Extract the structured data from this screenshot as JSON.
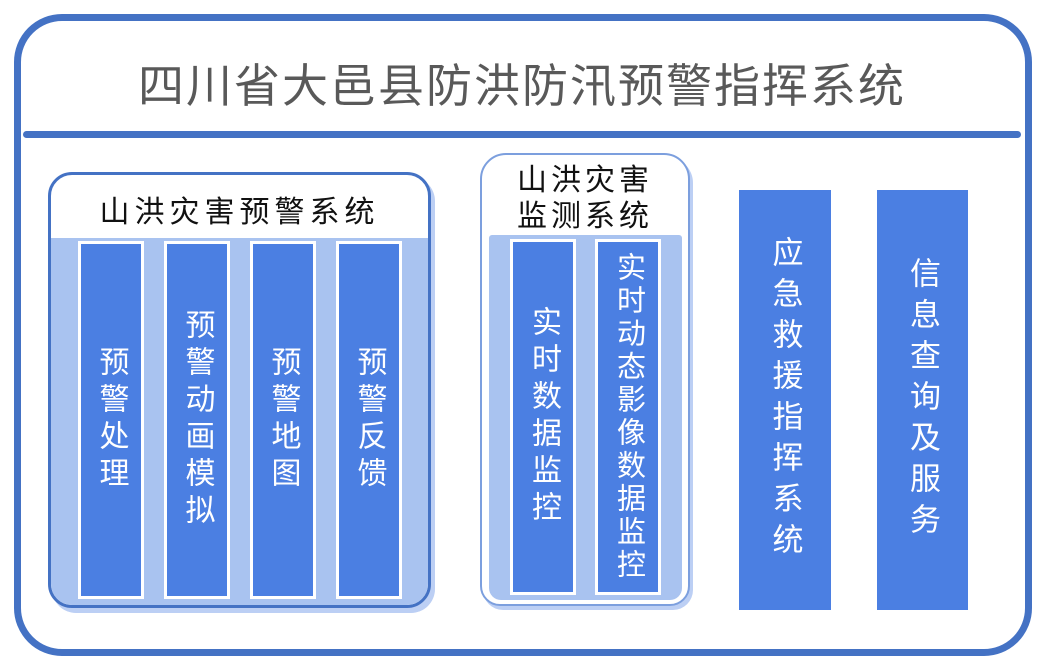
{
  "slide": {
    "title": "四川省大邑县防洪防汛预警指挥系统"
  },
  "groups": [
    {
      "title": "山洪灾害预警系统",
      "items": [
        "预警处理",
        "预警动画模拟",
        "预警地图",
        "预警反馈"
      ]
    },
    {
      "title": "山洪灾害监测系统",
      "title_lines": [
        "山洪灾害",
        "监测系统"
      ],
      "items": [
        "实时数据监控",
        "实时动态影像数据监控"
      ]
    }
  ],
  "standalone_bars": [
    {
      "label": "应急救援指挥系统"
    },
    {
      "label": "信息查询及服务"
    }
  ],
  "colors": {
    "accent_border": "#4472C4",
    "mid_group_border": "#7C9FDE",
    "bar_fill": "#4B7FE2",
    "panel_fill": "#A9C3F0",
    "shadow": "#BCCFF4",
    "main_title_text": "#595959",
    "group_title_text": "#111111",
    "bar_text": "#FFFFFF"
  }
}
